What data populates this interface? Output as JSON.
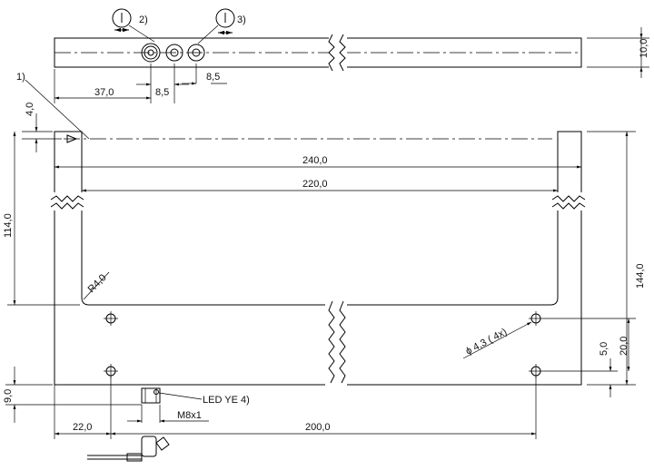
{
  "drawing": {
    "callouts": {
      "c1": "1)",
      "c2": "2)",
      "c3": "3)"
    },
    "dimensions": {
      "top_height": "10,0",
      "offset_37": "37,0",
      "spacing_a": "8,5",
      "spacing_b": "8,5",
      "offset_4": "4,0",
      "height_114": "114,0",
      "width_240": "240,0",
      "width_220": "220,0",
      "radius": "R4,0",
      "height_144": "144,0",
      "hole_dia": "ϕ 4,3  ( 4x)",
      "vert_5": "5,0",
      "vert_20": "20,0",
      "vert_9": "9,0",
      "horiz_22": "22,0",
      "horiz_200": "200,0",
      "thread": "M8x1"
    },
    "labels": {
      "led": "LED YE 4)"
    }
  }
}
